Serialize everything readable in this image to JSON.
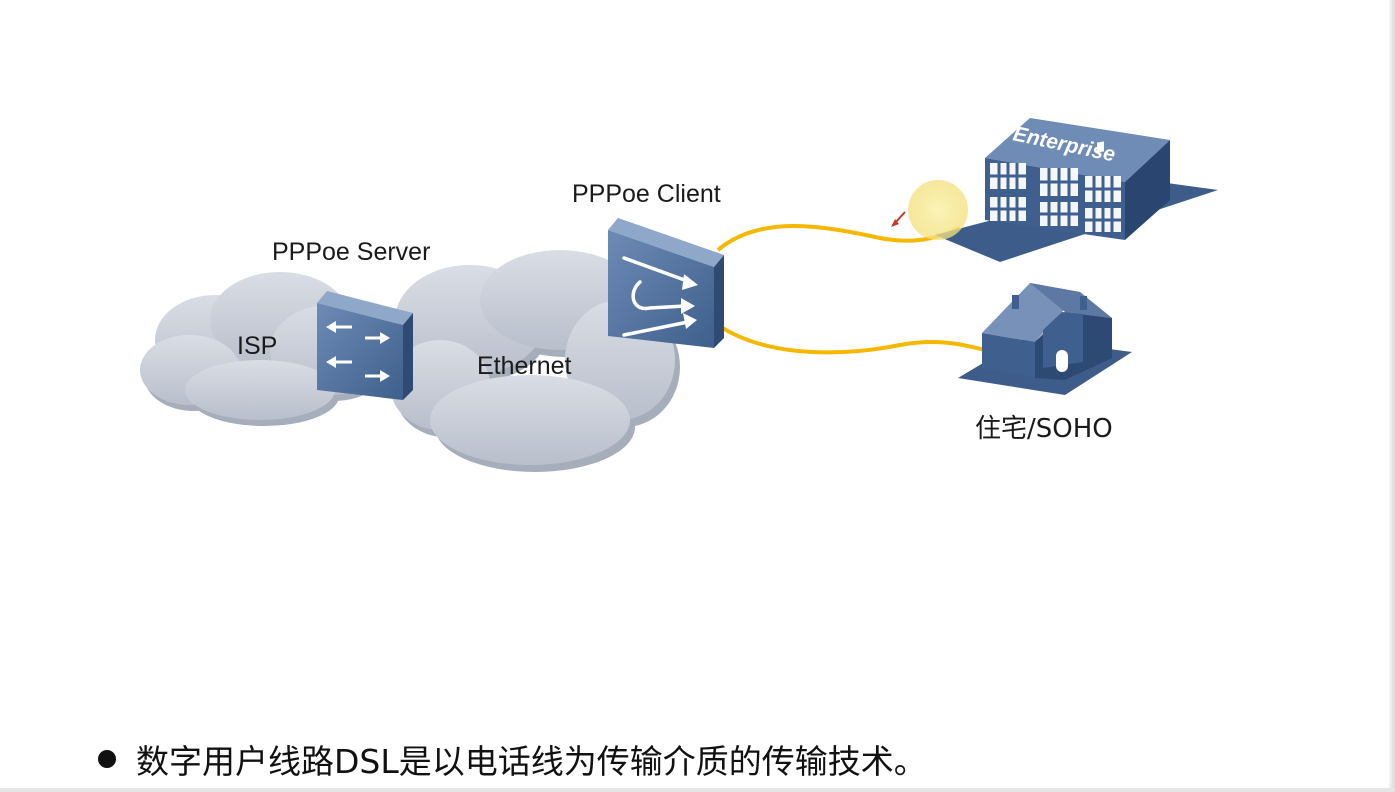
{
  "labels": {
    "pppoe_server": "PPPoe Server",
    "pppoe_client": "PPPoe Client",
    "isp": "ISP",
    "ethernet": "Ethernet",
    "enterprise_sign": "Enterprise",
    "residence": "住宅/SOHO"
  },
  "bullet": {
    "text": "数字用户线路DSL是以电话线为传输介质的传输技术。"
  },
  "colors": {
    "cloud": "#c7ccd6",
    "device": "#4f6f9b",
    "link": "#f5b800",
    "building": "#3e5f8e",
    "pointer_highlight": "#f7ec9c"
  },
  "icons": {
    "server": "router-icon",
    "client": "router-icon",
    "enterprise": "office-building-icon",
    "home": "house-icon",
    "cursor": "pen-pointer-icon"
  }
}
